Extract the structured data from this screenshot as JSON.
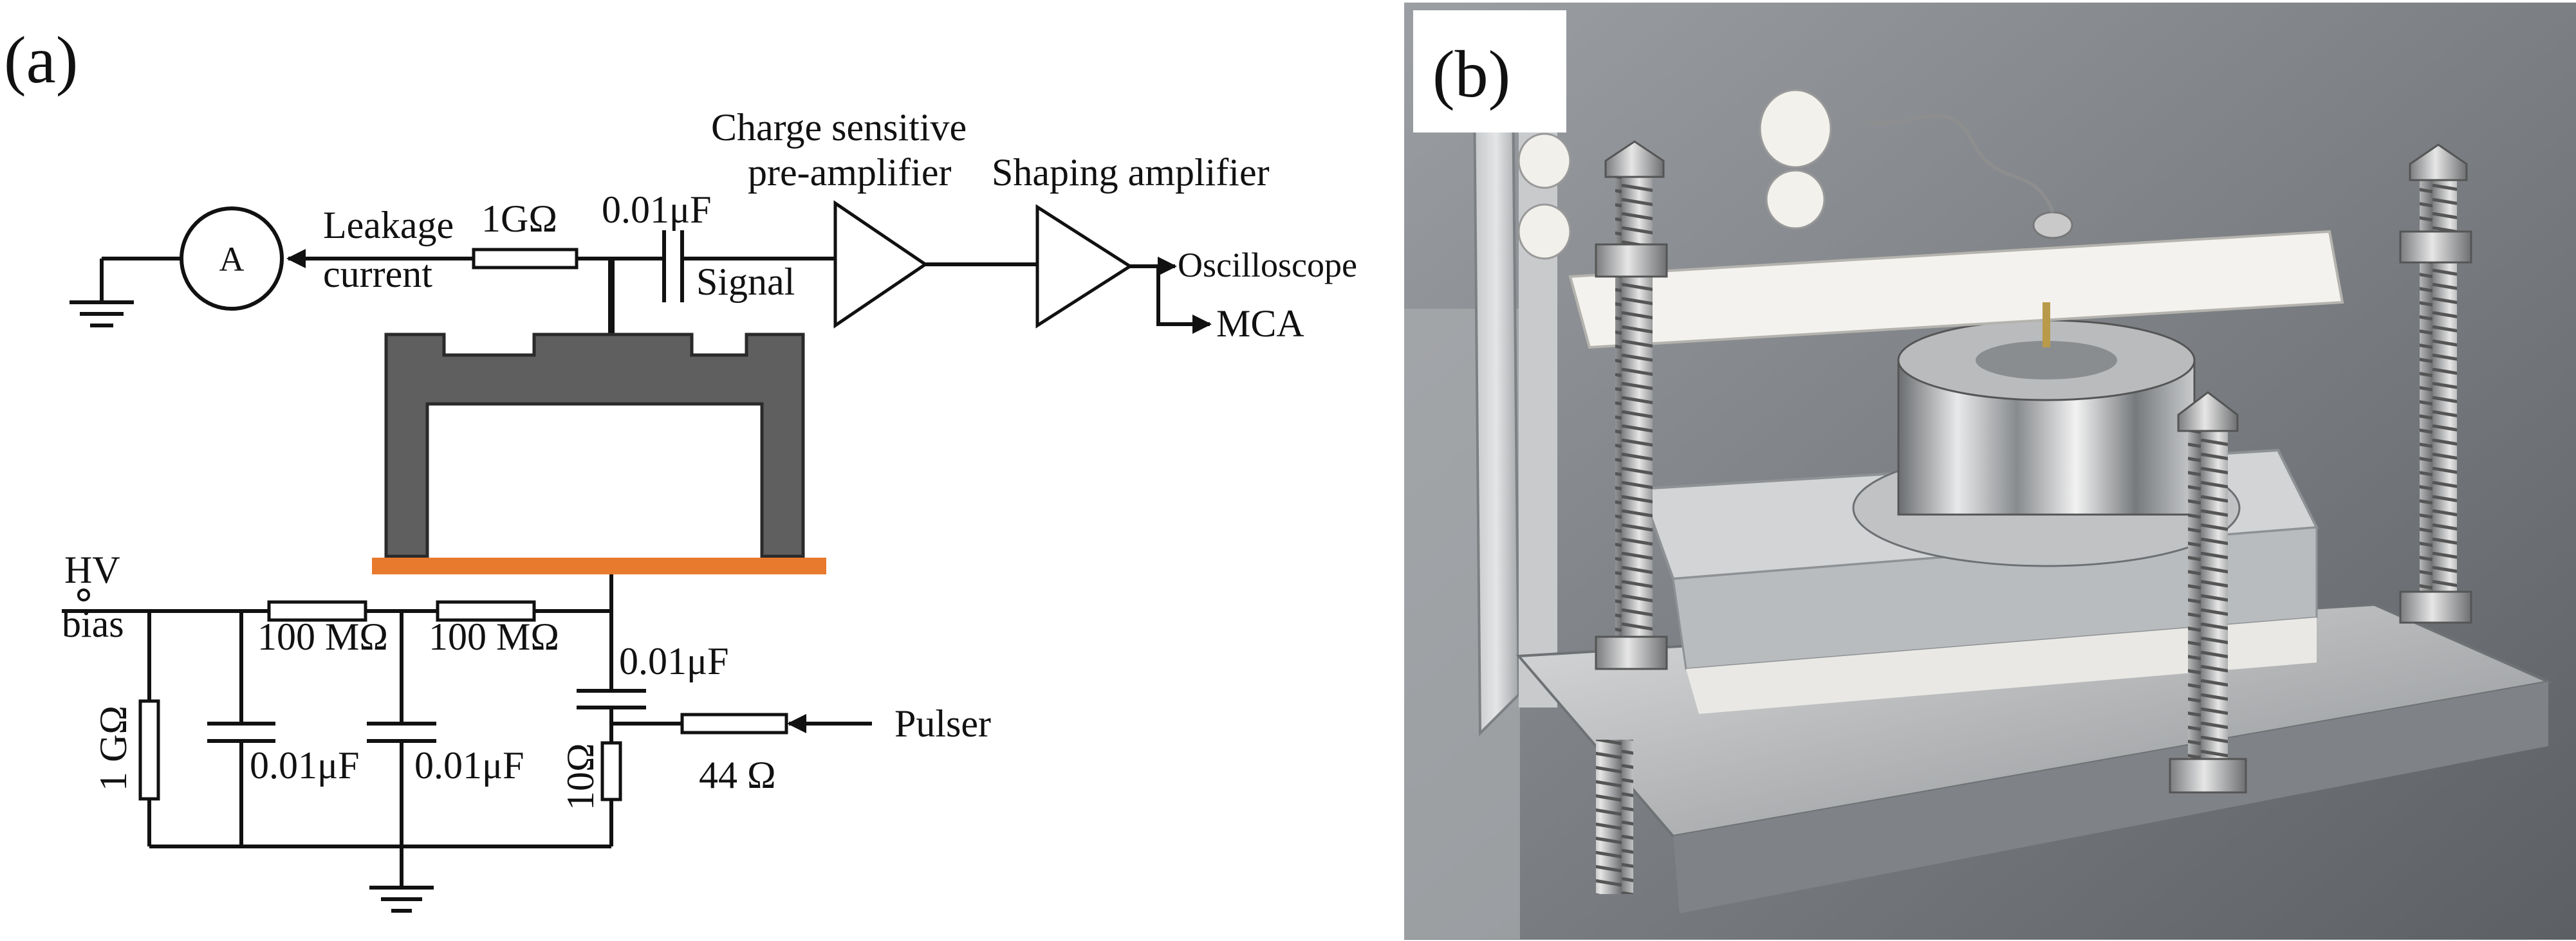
{
  "panel_a": {
    "label": "(a)",
    "meter": "A",
    "leakage_line1": "Leakage",
    "leakage_line2": "current",
    "r_1g": "1GΩ",
    "c_top": "0.01μF",
    "signal": "Signal",
    "preamp_line1": "Charge sensitive",
    "preamp_line2": "pre-amplifier",
    "shaping": "Shaping amplifier",
    "oscilloscope": "Oscilloscope",
    "mca": "MCA",
    "hv_line1": "HV",
    "hv_line2": "bias",
    "r_100m_1": "100 MΩ",
    "r_100m_2": "100 MΩ",
    "c_pulser": "0.01μF",
    "r_1g_vert": "1 GΩ",
    "c_left": "0.01μF",
    "c_mid": "0.01μF",
    "r_10": "10Ω",
    "r_44": "44 Ω",
    "pulser": "Pulser",
    "colors": {
      "detector": "#5f5f5f",
      "electrode": "#e87a2e",
      "line": "#111111"
    }
  },
  "panel_b": {
    "label": "(b)",
    "photo_description": "photograph"
  }
}
